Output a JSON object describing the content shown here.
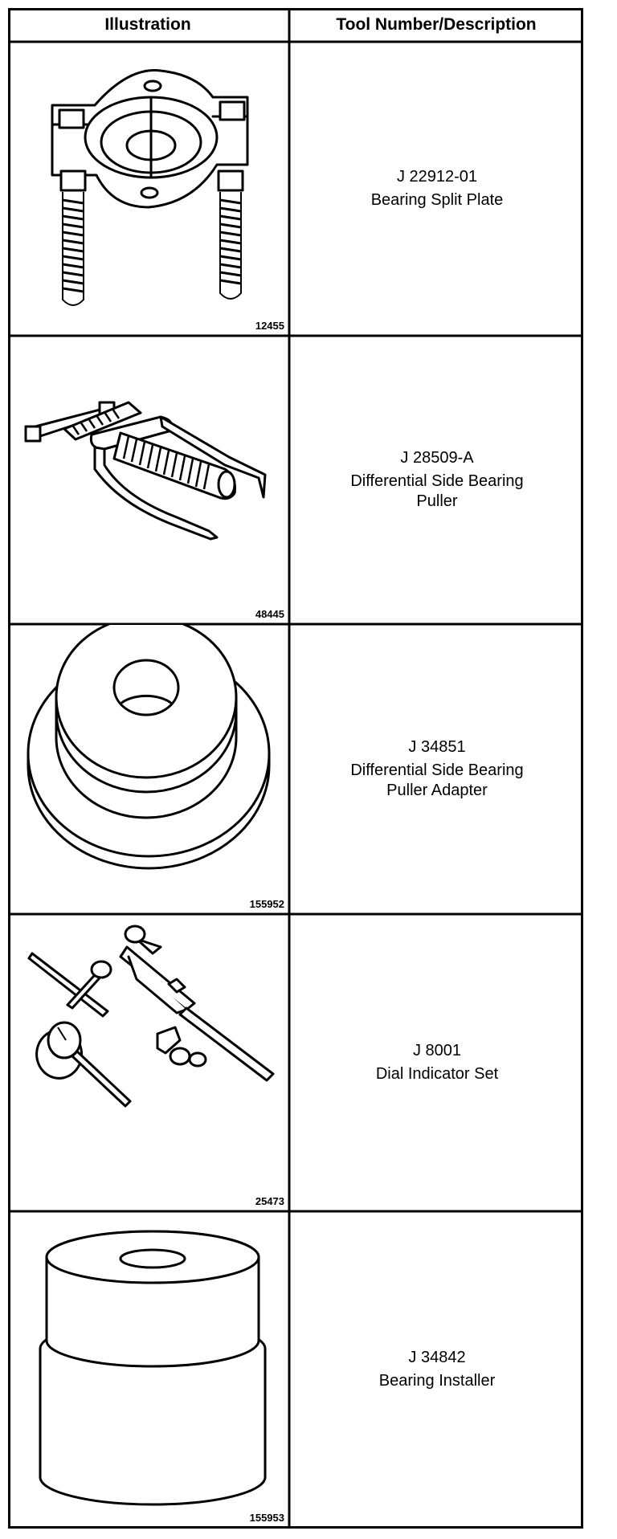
{
  "header": {
    "illustration": "Illustration",
    "tool": "Tool Number/Description"
  },
  "rows": [
    {
      "fig": "12455",
      "number": "J 22912-01",
      "description": "Bearing Split Plate",
      "icon": "bearing-split-plate-illustration"
    },
    {
      "fig": "48445",
      "number": "J 28509-A",
      "description": "Differential Side Bearing\nPuller",
      "icon": "side-bearing-puller-illustration"
    },
    {
      "fig": "155952",
      "number": "J 34851",
      "description": "Differential Side Bearing\nPuller Adapter",
      "icon": "puller-adapter-illustration"
    },
    {
      "fig": "25473",
      "number": "J 8001",
      "description": "Dial Indicator Set",
      "icon": "dial-indicator-set-illustration"
    },
    {
      "fig": "155953",
      "number": "J 34842",
      "description": "Bearing Installer",
      "icon": "bearing-installer-illustration"
    }
  ]
}
